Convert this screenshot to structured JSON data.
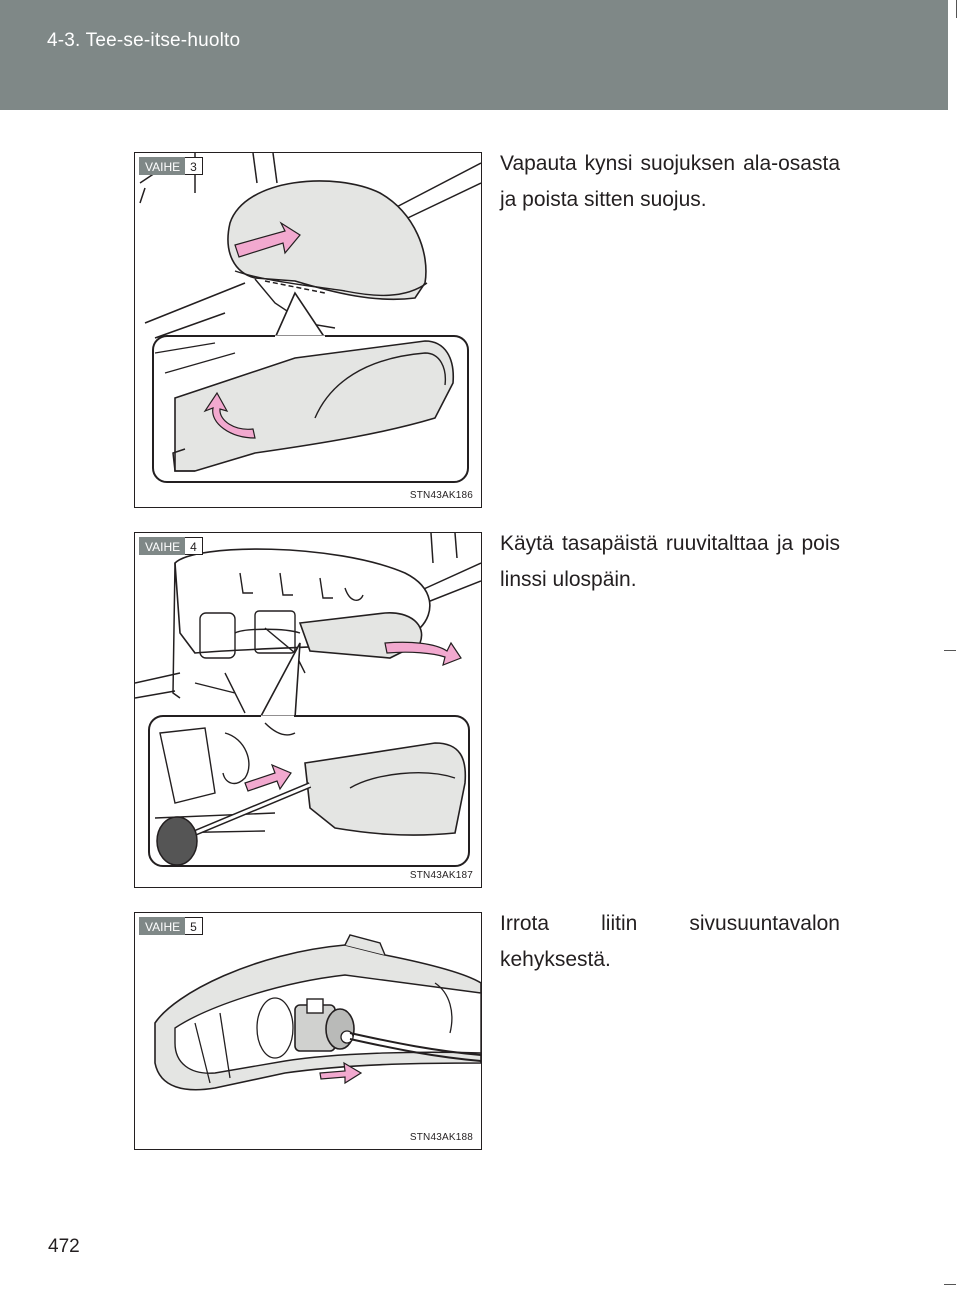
{
  "header": {
    "section_title": "4-3. Tee-se-itse-huolto"
  },
  "badge_label": "VAIHE",
  "steps": [
    {
      "number": "3",
      "figure_code": "STN43AK186",
      "text": "Vapauta kynsi suojuksen ala-osasta ja poista sitten suojus."
    },
    {
      "number": "4",
      "figure_code": "STN43AK187",
      "text": "Käytä tasapäistä ruuvitalttaa ja pois linssi ulospäin."
    },
    {
      "number": "5",
      "figure_code": "STN43AK188",
      "text": "Irrota liitin sivusuuntavalon kehyksestä."
    }
  ],
  "page_number": "472",
  "colors": {
    "header_bg": "#7f8887",
    "arrow_pink": "#f2a9cf",
    "line": "#231f20"
  }
}
